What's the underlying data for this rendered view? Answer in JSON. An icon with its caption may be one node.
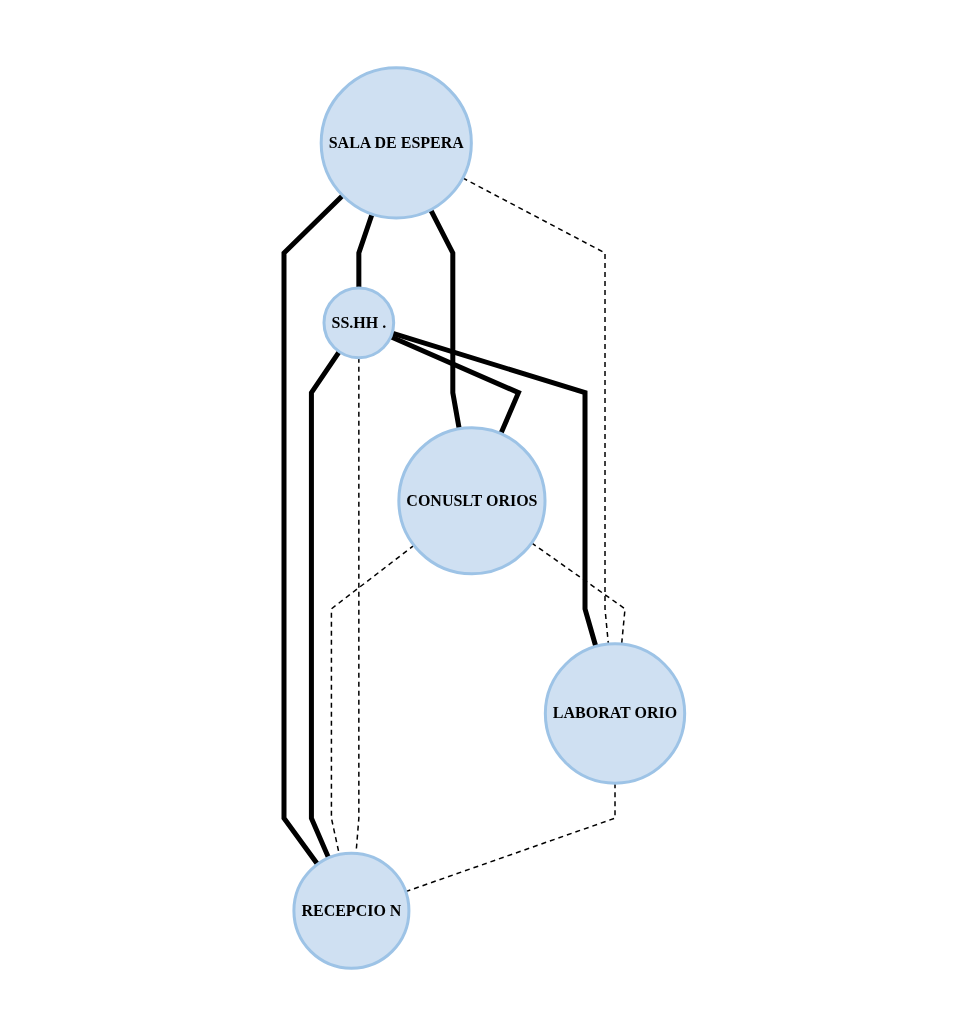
{
  "diagram": {
    "nodes": [
      {
        "text": [
          "SALA DE ESPERA"
        ]
      },
      {
        "text": [
          "SS.HH ."
        ]
      },
      {
        "text": [
          "CONUSLT ORIOS"
        ]
      },
      {
        "text": [
          "LABORAT ORIO"
        ]
      },
      {
        "text": [
          "RECEPCIO N"
        ]
      }
    ],
    "edges": [
      {
        "from": 0,
        "to": 2,
        "arrow": "none"
      },
      {
        "from": 0,
        "to": 4,
        "arrow": "none"
      },
      {
        "from": 0,
        "to": 1,
        "arrow": "none"
      },
      {
        "from": 1,
        "to": 4,
        "arrow": "none"
      },
      {
        "from": 1,
        "to": 2,
        "arrow": "none"
      },
      {
        "from": 1,
        "to": 3,
        "arrow": "none"
      },
      {
        "from": 0,
        "to": 3,
        "arrow": "none",
        "style": "dashed"
      },
      {
        "from": 2,
        "to": 3,
        "arrow": "none",
        "style": "dashed"
      },
      {
        "from": 2,
        "to": 4,
        "arrow": "none",
        "style": "dashed"
      },
      {
        "from": 1,
        "to": 4,
        "arrow": "none",
        "style": "dashed"
      },
      {
        "from": 3,
        "to": 4,
        "arrow": "none",
        "style": "dashed"
      }
    ]
  }
}
